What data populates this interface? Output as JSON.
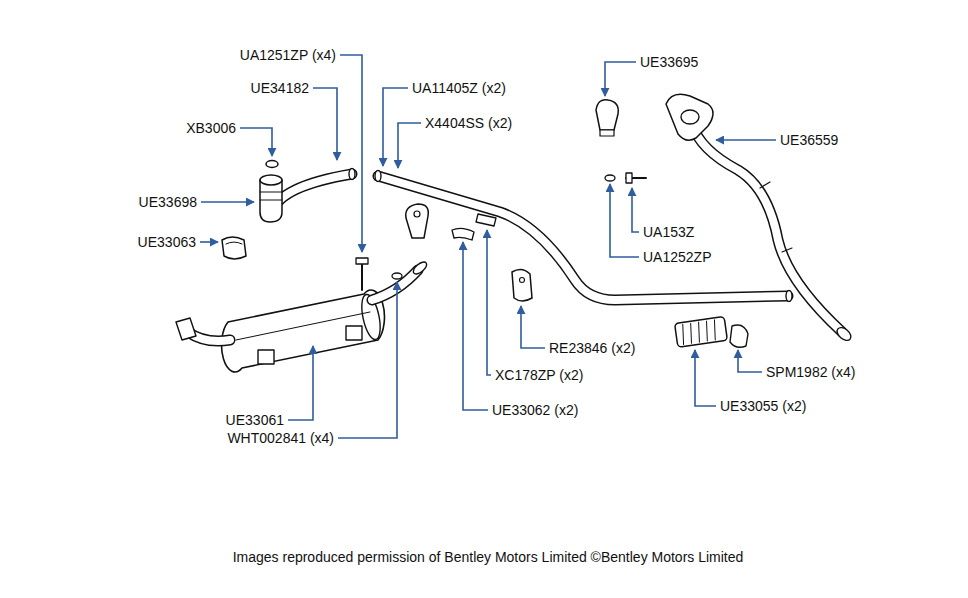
{
  "diagram": {
    "caption": "Images reproduced permission of Bentley Motors Limited ©Bentley Motors Limited",
    "labels": [
      "UA1251ZP (x4)",
      "UE34182",
      "XB3006",
      "UE33698",
      "UE33063",
      "UA11405Z (x2)",
      "X4404SS (x2)",
      "UE33695",
      "UE36559",
      "UA153Z",
      "UA1252ZP",
      "RE23846 (x2)",
      "SPM1982 (x4)",
      "XC178ZP (x2)",
      "UE33055 (x2)",
      "UE33062 (x2)",
      "UE33061",
      "WHT002841 (x4)"
    ]
  }
}
